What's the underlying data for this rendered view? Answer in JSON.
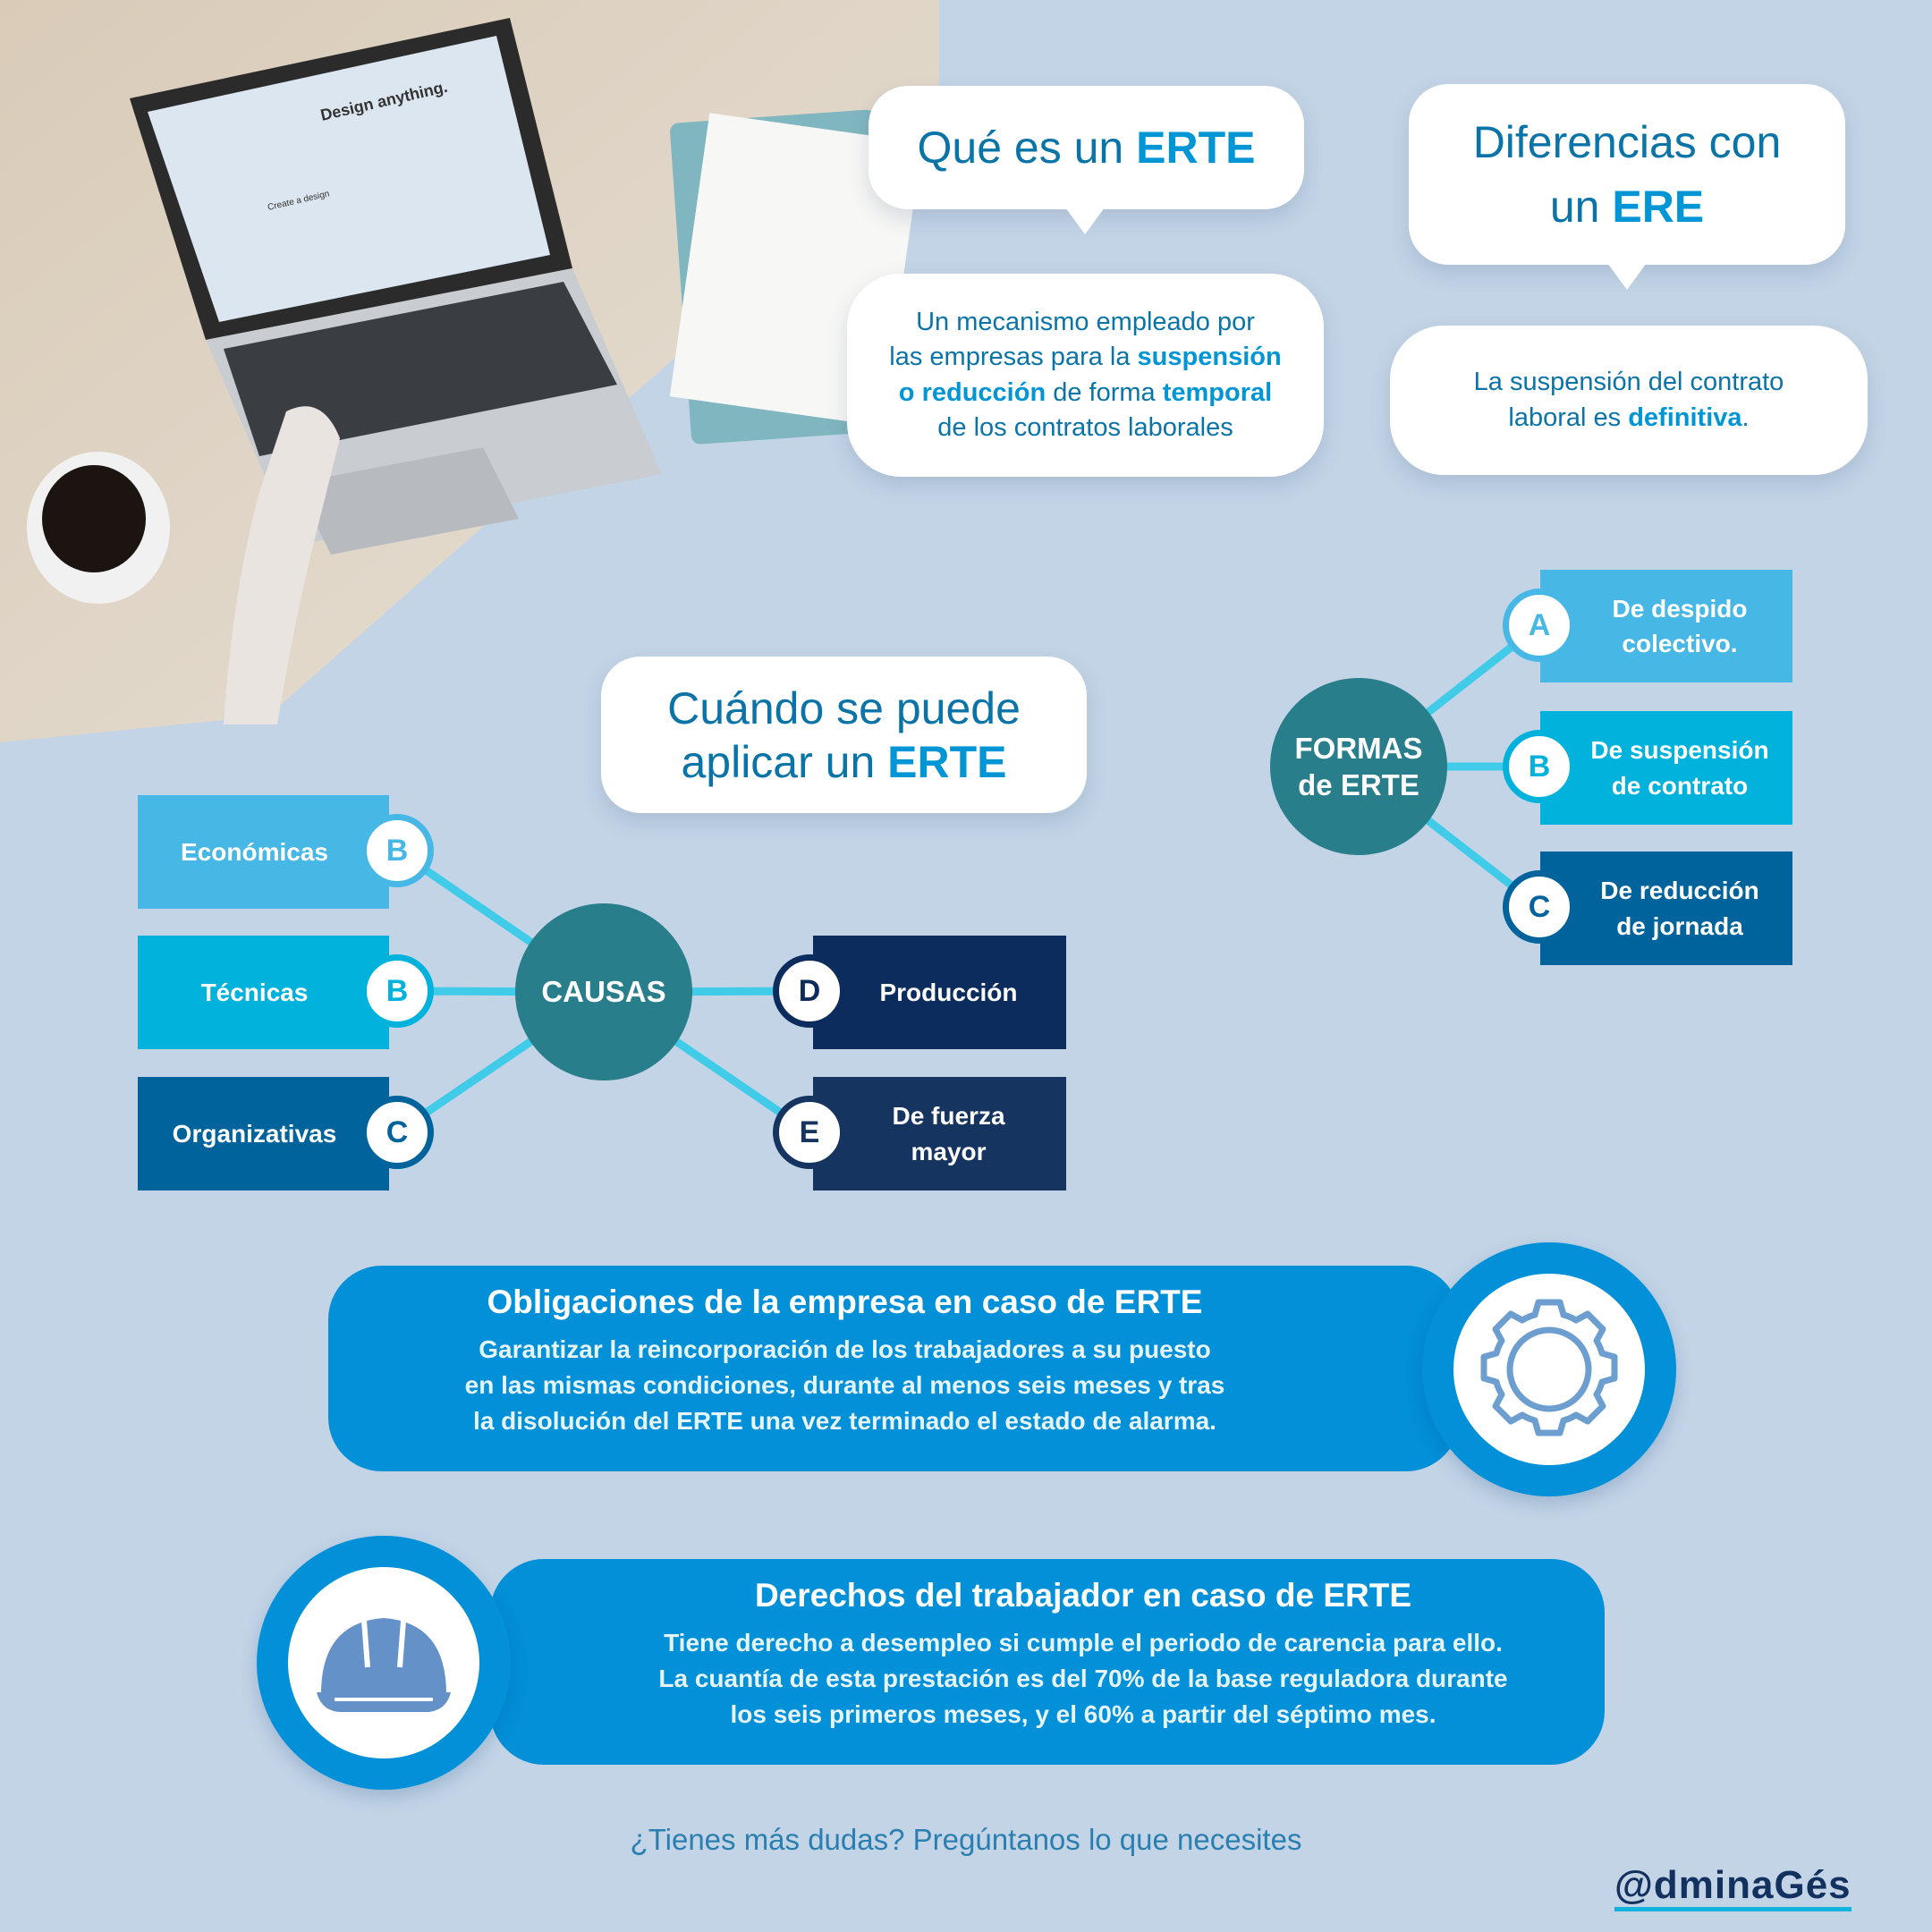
{
  "photo": {
    "screen_text": "Design anything.",
    "screen_sub": "Create a design"
  },
  "que_es": {
    "title_pre": "Qué es un ",
    "title_bold": "ERTE",
    "d1": "Un mecanismo empleado por",
    "d2": "las empresas para la ",
    "d2b": "suspensión",
    "d3b": "o reducción",
    "d3": " de forma ",
    "d3b2": "temporal",
    "d4": "de los contratos laborales"
  },
  "diferencias": {
    "l1": "Diferencias con",
    "l2_pre": "un ",
    "l2_bold": "ERE",
    "d1": "La suspensión del contrato",
    "d2": "laboral es ",
    "d2b": "definitiva",
    "d2end": "."
  },
  "cuando": {
    "l1": "Cuándo se puede",
    "l2_pre": "aplicar un ",
    "l2_bold": "ERTE"
  },
  "causas": {
    "hub": "CAUSAS",
    "left": [
      {
        "label": "Económicas",
        "letter": "B",
        "color": "#47b8e6"
      },
      {
        "label": "Técnicas",
        "letter": "B",
        "color": "#00b2dc"
      },
      {
        "label": "Organizativas",
        "letter": "C",
        "color": "#00639c"
      }
    ],
    "right": [
      {
        "label": "Producción",
        "letter": "D",
        "color": "#0d2c5e"
      },
      {
        "label": "De fuerza mayor",
        "letter": "E",
        "color": "#163460"
      }
    ]
  },
  "formas": {
    "hub1": "FORMAS",
    "hub2": "de ERTE",
    "items": [
      {
        "l1": "De despido",
        "l2": "colectivo.",
        "letter": "A",
        "color": "#47b8e6"
      },
      {
        "l1": "De suspensión",
        "l2": "de contrato",
        "letter": "B",
        "color": "#00b2dc"
      },
      {
        "l1": "De reducción",
        "l2": "de jornada",
        "letter": "C",
        "color": "#00639c"
      }
    ]
  },
  "obligaciones": {
    "title": "Obligaciones de la empresa en caso de ERTE",
    "l1": "Garantizar la reincorporación de los trabajadores a su puesto",
    "l2": "en las mismas condiciones, durante al menos seis meses y tras",
    "l3": "la disolución del ERTE una vez terminado el estado de alarma."
  },
  "derechos": {
    "title": "Derechos del trabajador en caso de ERTE",
    "l1": "Tiene derecho a desempleo si cumple el periodo de carencia para ello.",
    "l2": "La cuantía de esta prestación es del 70% de la base reguladora durante",
    "l3": "los seis primeros meses, y el 60% a partir del séptimo mes."
  },
  "footer": {
    "text": "¿Tienes más dudas? Pregúntanos lo que necesites",
    "logo": "@dminaGés"
  }
}
